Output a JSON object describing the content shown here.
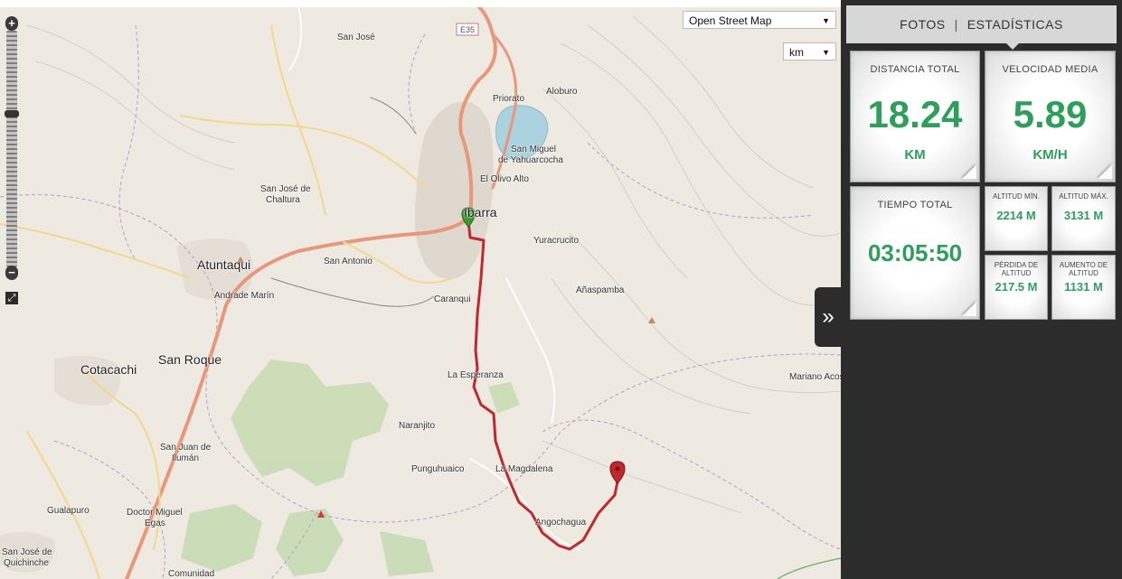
{
  "map": {
    "layer_select": {
      "value": "Open Street Map"
    },
    "unit_select": {
      "value": "km"
    },
    "zoom": {
      "plus": "+",
      "minus": "−",
      "fullscreen": "⤢"
    },
    "road_label": "E35",
    "places": [
      {
        "id": "san-jose",
        "text": "San José"
      },
      {
        "id": "priorato",
        "text": "Priorato"
      },
      {
        "id": "aloburo",
        "text": "Aloburo"
      },
      {
        "id": "san-miguel-1",
        "text": "San Miguel"
      },
      {
        "id": "san-miguel-2",
        "text": "de Yahuarcocha"
      },
      {
        "id": "el-olivo",
        "text": "El Olivo Alto"
      },
      {
        "id": "chaltura-1",
        "text": "San José de"
      },
      {
        "id": "chaltura-2",
        "text": "Chaltura"
      },
      {
        "id": "ibarra",
        "text": "Ibarra"
      },
      {
        "id": "yuracrucito",
        "text": "Yuracrucito"
      },
      {
        "id": "atuntaqui",
        "text": "Atuntaqui"
      },
      {
        "id": "san-antonio",
        "text": "San Antonio"
      },
      {
        "id": "andrade",
        "text": "Andrade Marín"
      },
      {
        "id": "caranqui",
        "text": "Caranqui"
      },
      {
        "id": "anaspamba",
        "text": "Añaspamba"
      },
      {
        "id": "cotacachi",
        "text": "Cotacachi"
      },
      {
        "id": "san-roque",
        "text": "San Roque"
      },
      {
        "id": "la-esperanza",
        "text": "La Esperanza"
      },
      {
        "id": "mariano",
        "text": "Mariano Acos"
      },
      {
        "id": "naranjito",
        "text": "Naranjito"
      },
      {
        "id": "iluman-1",
        "text": "San Juan de"
      },
      {
        "id": "iluman-2",
        "text": "Ilumán"
      },
      {
        "id": "punguhuaico",
        "text": "Punguhuaico"
      },
      {
        "id": "magdalena",
        "text": "La Magdalena"
      },
      {
        "id": "gualapuro",
        "text": "Gualapuro"
      },
      {
        "id": "egas-1",
        "text": "Doctor Miguel"
      },
      {
        "id": "egas-2",
        "text": "Egas"
      },
      {
        "id": "angochagua",
        "text": "Angochagua"
      },
      {
        "id": "quichinche-1",
        "text": "San José de"
      },
      {
        "id": "quichinche-2",
        "text": "Quichinche"
      },
      {
        "id": "comunidad",
        "text": "Comunidad"
      }
    ]
  },
  "panel": {
    "tabs": {
      "photos": "FOTOS",
      "separator": "|",
      "stats": "ESTADÍSTICAS"
    },
    "distance": {
      "label": "DISTANCIA TOTAL",
      "value": "18.24",
      "unit": "KM"
    },
    "speed": {
      "label": "VELOCIDAD MEDIA",
      "value": "5.89",
      "unit": "KM/H"
    },
    "time": {
      "label": "TIEMPO TOTAL",
      "value": "03:05:50"
    },
    "min_alt": {
      "label": "ALTITUD MÍN.",
      "value": "2214 M"
    },
    "max_alt": {
      "label": "ALTITUD MÁX.",
      "value": "3131 M"
    },
    "alt_loss": {
      "label_1": "PÉRDIDA DE",
      "label_2": "ALTITUD",
      "value": "217.5 M"
    },
    "alt_gain": {
      "label_1": "AUMENTO DE",
      "label_2": "ALTITUD",
      "value": "1131 M"
    },
    "collapse": "»"
  },
  "colors": {
    "accent_green": "#2e9e5b",
    "route_red": "#c1272d",
    "panel_bg": "#2c2c2c"
  }
}
